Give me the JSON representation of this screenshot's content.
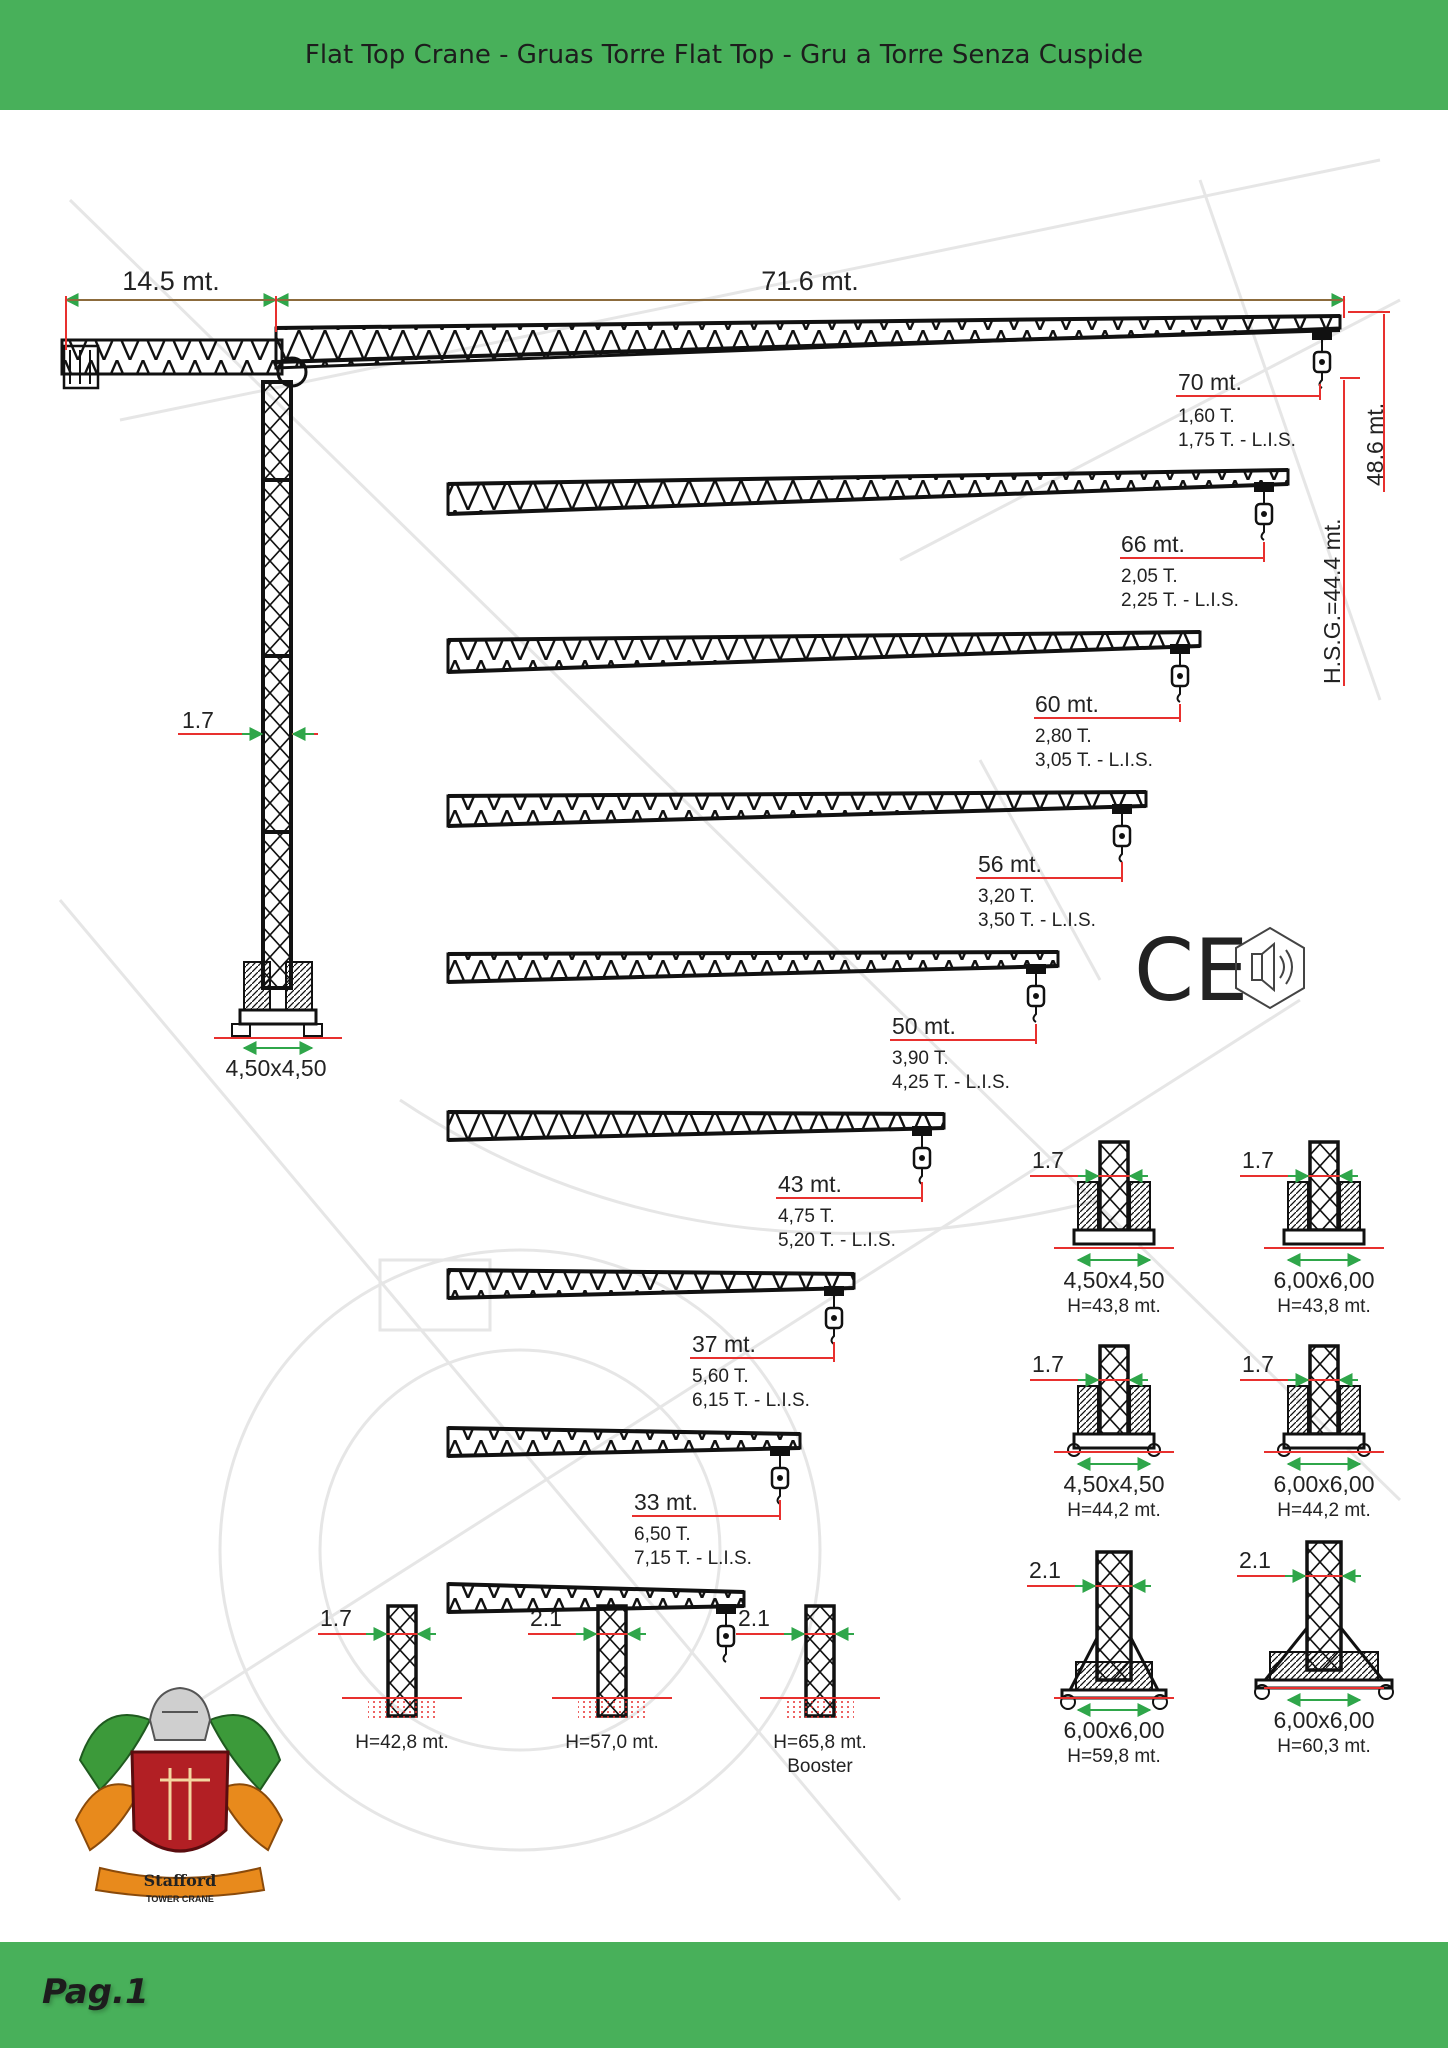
{
  "header": {
    "title": "Flat Top Crane - Gruas Torre Flat Top - Gru a Torre Senza Cuspide"
  },
  "footer": {
    "page_label": "Pag.1"
  },
  "colors": {
    "accent": "#48b05a",
    "dimension_red": "#e8302e",
    "dimension_green": "#2fa64a"
  },
  "crane": {
    "counter_jib": "14.5 mt.",
    "main_jib": "71.6 mt.",
    "height_total": "48.6 mt.",
    "hsg": "H.S.G.=44.4 mt.",
    "mast_section": "1.7",
    "base_size": "4,50x4,50"
  },
  "jibs": [
    {
      "length": "70 mt.",
      "load": "1,60 T.",
      "load_lis": "1,75 T. - L.I.S."
    },
    {
      "length": "66 mt.",
      "load": "2,05 T.",
      "load_lis": "2,25 T. - L.I.S."
    },
    {
      "length": "60 mt.",
      "load": "2,80 T.",
      "load_lis": "3,05 T. - L.I.S."
    },
    {
      "length": "56 mt.",
      "load": "3,20 T.",
      "load_lis": "3,50 T. - L.I.S."
    },
    {
      "length": "50 mt.",
      "load": "3,90 T.",
      "load_lis": "4,25 T. - L.I.S."
    },
    {
      "length": "43 mt.",
      "load": "4,75 T.",
      "load_lis": "5,20 T. - L.I.S."
    },
    {
      "length": "37 mt.",
      "load": "5,60 T.",
      "load_lis": "6,15 T. - L.I.S."
    },
    {
      "length": "33 mt.",
      "load": "6,50 T.",
      "load_lis": "7,15 T. - L.I.S."
    }
  ],
  "bases": [
    {
      "section": "1.7",
      "size": "4,50x4,50",
      "height": "H=43,8 mt."
    },
    {
      "section": "1.7",
      "size": "6,00x6,00",
      "height": "H=43,8 mt."
    },
    {
      "section": "1.7",
      "size": "4,50x4,50",
      "height": "H=44,2 mt."
    },
    {
      "section": "1.7",
      "size": "6,00x6,00",
      "height": "H=44,2 mt."
    },
    {
      "section": "2.1",
      "size": "6,00x6,00",
      "height": "H=59,8 mt."
    },
    {
      "section": "2.1",
      "size": "6,00x6,00",
      "height": "H=60,3 mt."
    }
  ],
  "anchors": [
    {
      "section": "1.7",
      "height": "H=42,8 mt.",
      "note": ""
    },
    {
      "section": "2.1",
      "height": "H=57,0 mt.",
      "note": ""
    },
    {
      "section": "2.1",
      "height": "H=65,8 mt.",
      "note": "Booster"
    }
  ],
  "certifications": {
    "ce_mark": "CE",
    "noise_icon": "speaker-noise-icon"
  },
  "logo": {
    "brand": "Stafford",
    "tagline": "TOWER CRANE"
  }
}
